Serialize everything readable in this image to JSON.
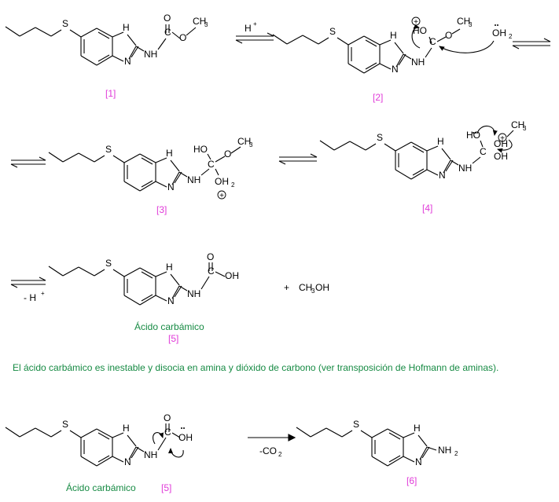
{
  "atoms": {
    "S": "S",
    "NH": "NH",
    "N": "N",
    "H": "H",
    "C": "C",
    "O": "O",
    "OH": "OH",
    "HO": "HO",
    "CH3": "CH",
    "sub3": "3",
    "sub2": "2",
    "NH2": "NH",
    "OH2": "OH",
    "plus": "+"
  },
  "conditions": {
    "step1_reagent": "H",
    "step1_sup": "+",
    "step5_reagent": "- H",
    "step5_sup": "+",
    "step6_reagent": "-CO",
    "step6_sub": "2"
  },
  "byproduct": {
    "plus": "+",
    "methanol": "CH",
    "methanol_sub": "3",
    "methanol_tail": "OH"
  },
  "labels": {
    "c1": "[1]",
    "c2": "[2]",
    "c3": "[3]",
    "c4": "[4]",
    "c5_name": "Ácido carbámico",
    "c5": "[5]",
    "c5b_name": "Ácido carbámico",
    "c5b": "[5]",
    "c6": "[6]"
  },
  "note": "El ácido carbámico es inestable y disocia en amina y dióxido de carbono (ver transposición de Hofmann de aminas).",
  "colors": {
    "ink": "#000000",
    "magenta": "#e03ad8",
    "green": "#168a43"
  }
}
